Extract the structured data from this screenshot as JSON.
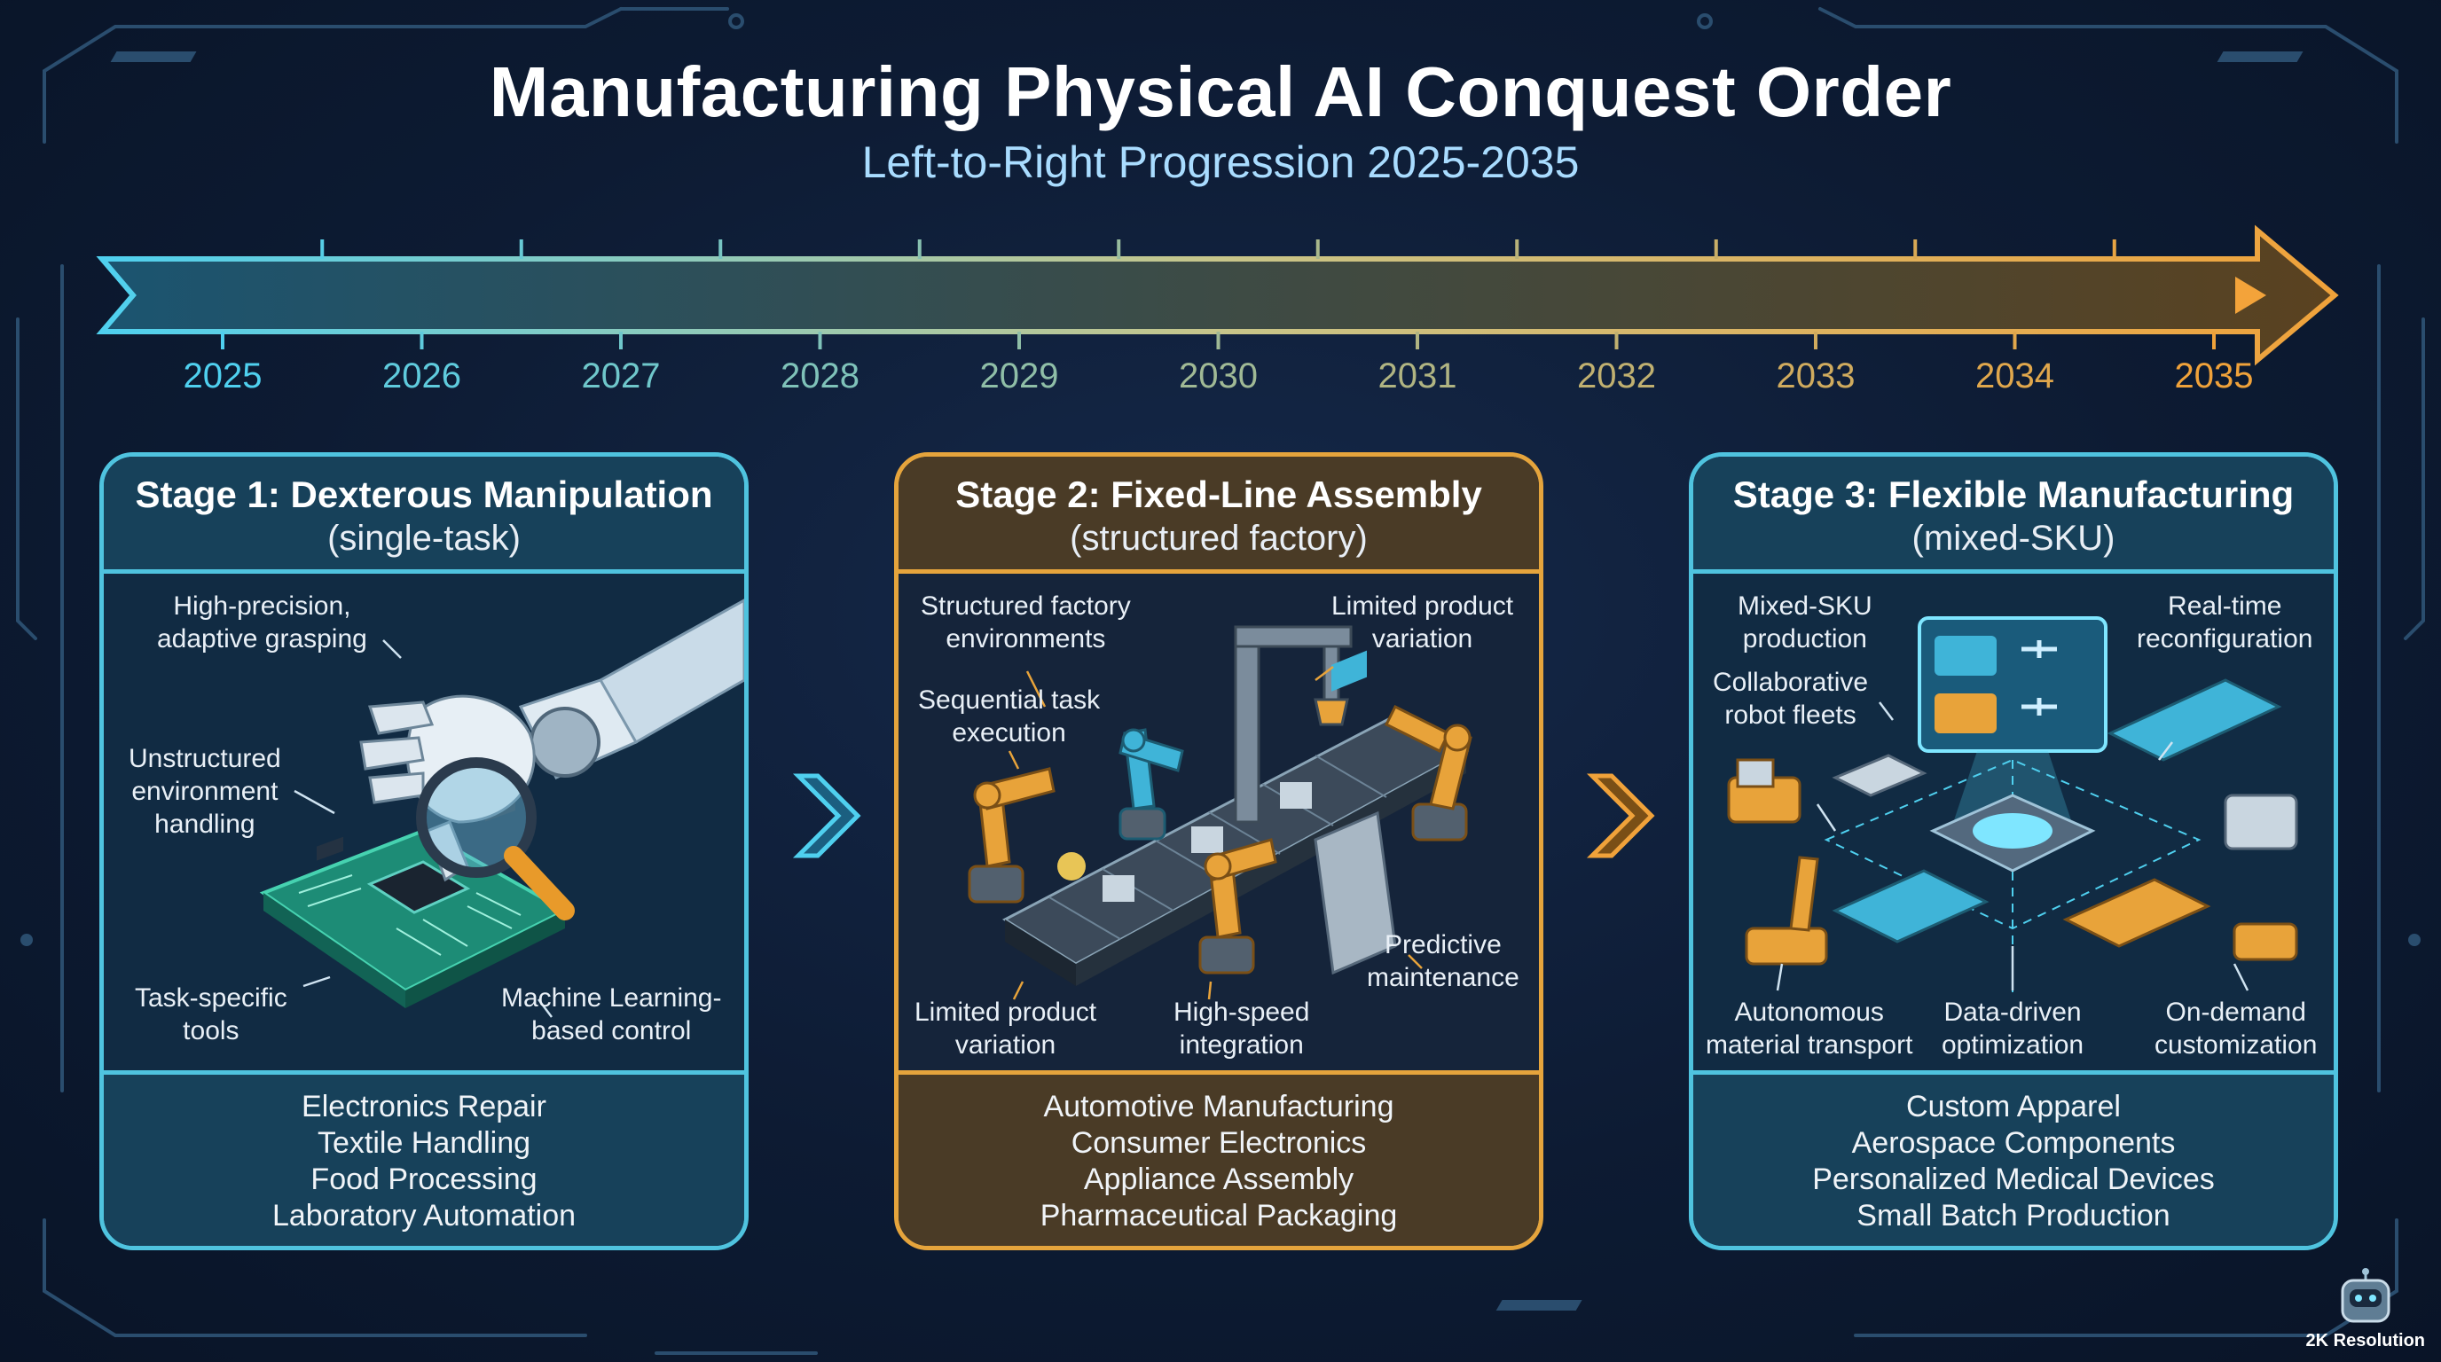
{
  "title": "Manufacturing Physical AI Conquest Order",
  "subtitle": "Left-to-Right Progression 2025-2035",
  "timeline": {
    "years": [
      "2025",
      "2026",
      "2027",
      "2028",
      "2029",
      "2030",
      "2031",
      "2032",
      "2033",
      "2034",
      "2035"
    ]
  },
  "stages": [
    {
      "title": "Stage 1: Dexterous Manipulation",
      "subtitle": "(single-task)",
      "labels": {
        "grasp": "High-precision,\nadaptive grasping",
        "unstructured": "Unstructured\nenvironment\nhandling",
        "tools": "Task-specific\ntools",
        "ml": "Machine Learning-\nbased control"
      },
      "industries": [
        "Electronics Repair",
        "Textile Handling",
        "Food Processing",
        "Laboratory Automation"
      ]
    },
    {
      "title": "Stage 2: Fixed-Line Assembly",
      "subtitle": "(structured factory)",
      "labels": {
        "structured": "Structured factory\nenvironments",
        "variation_top": "Limited product\nvariation",
        "sequential": "Sequential task\nexecution",
        "predictive": "Predictive\nmaintenance",
        "variation_bottom": "Limited product\nvariation",
        "integration": "High-speed\nintegration"
      },
      "industries": [
        "Automotive Manufacturing",
        "Consumer Electronics",
        "Appliance Assembly",
        "Pharmaceutical Packaging"
      ]
    },
    {
      "title": "Stage 3: Flexible Manufacturing",
      "subtitle": "(mixed-SKU)",
      "labels": {
        "mixed": "Mixed-SKU\nproduction",
        "realtime": "Real-time\nreconfiguration",
        "fleets": "Collaborative\nrobot fleets",
        "transport": "Autonomous\nmaterial transport",
        "data": "Data-driven\noptimization",
        "ondemand": "On-demand\ncustomization"
      },
      "industries": [
        "Custom Apparel",
        "Aerospace Components",
        "Personalized Medical Devices",
        "Small Batch Production"
      ]
    }
  ],
  "badge": "2K Resolution",
  "colors": {
    "cyan": "#4fc3df",
    "orange": "#e5a43c",
    "background": "#0d1b33"
  }
}
